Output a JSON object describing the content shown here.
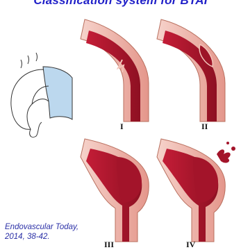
{
  "title": "Classification system for BTAI",
  "panels": [
    {
      "label": "I"
    },
    {
      "label": "II"
    },
    {
      "label": "III"
    },
    {
      "label": "IV"
    }
  ],
  "citation": {
    "line1": "Endovascular Today,",
    "line2": "2014, 38-42."
  },
  "colors": {
    "title": "#1f1fc8",
    "citation": "#2a2fa6",
    "vessel_outer": "#f2c2b8",
    "vessel_wall": "#e99f95",
    "lumen": "#b3182e",
    "lumen_dark": "#8e1022",
    "highlight_region": "#bcd8ee"
  }
}
